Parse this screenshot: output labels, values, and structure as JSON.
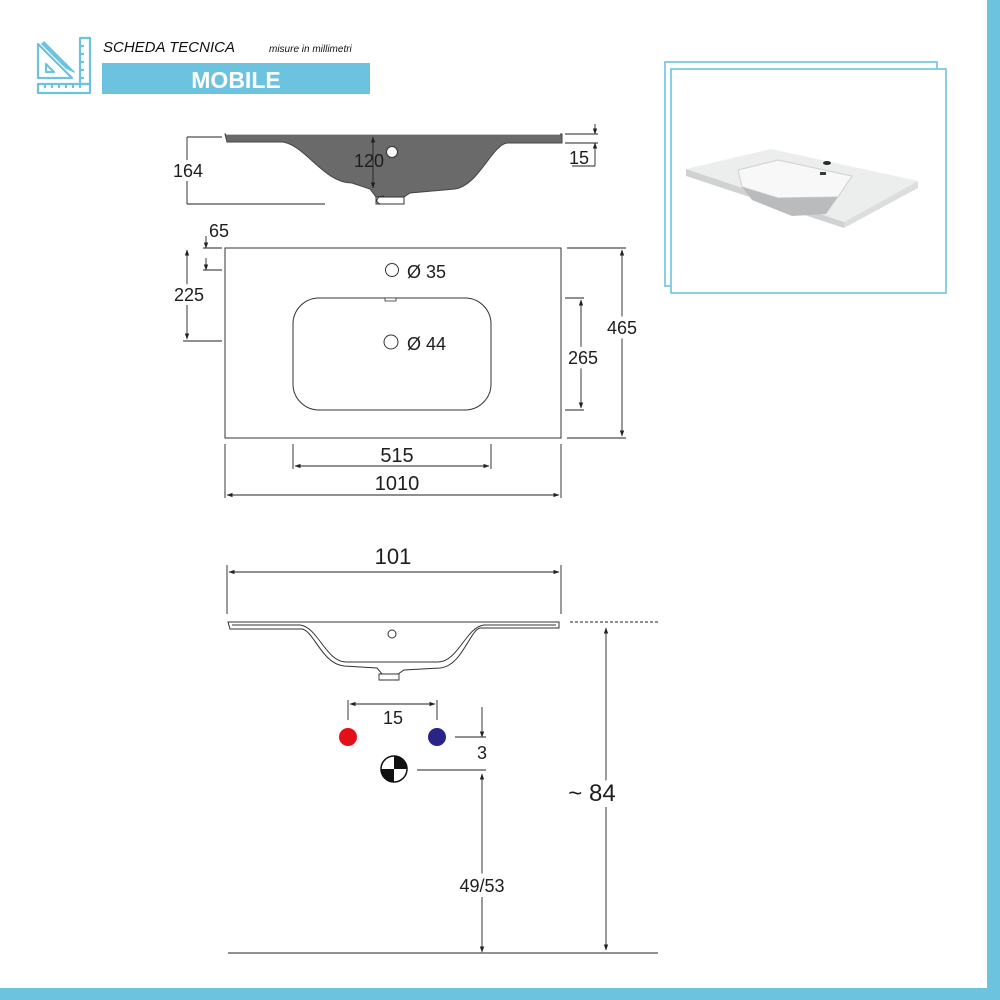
{
  "header": {
    "title": "SCHEDA TECNICA",
    "subtitle": "misure in millimetri",
    "category": "MOBILE"
  },
  "colors": {
    "accent": "#6cc3df",
    "accent_dark": "#4fb3d6",
    "line": "#222222",
    "ceramic": "#686868",
    "hot": "#e3101a",
    "cold": "#2b2488"
  },
  "icons": {
    "header": "ruler-set-square-pencil-icon",
    "hot_tap": "hot-water-tap-icon",
    "cold_tap": "cold-water-tap-icon",
    "drain": "drain-icon"
  },
  "section_view": {
    "height": "164",
    "drain_depth": "120",
    "rim_thickness": "15"
  },
  "plan_view": {
    "hole_offset": "65",
    "basin_offset": "225",
    "tap_hole": "Ø 35",
    "drain_hole": "Ø 44",
    "depth": "465",
    "basin_depth": "265",
    "basin_width": "515",
    "width": "1010"
  },
  "installation_view": {
    "width": "101",
    "tap_spacing": "15",
    "drain_offset": "3",
    "drain_height": "49/53",
    "total_height": "~ 84"
  }
}
